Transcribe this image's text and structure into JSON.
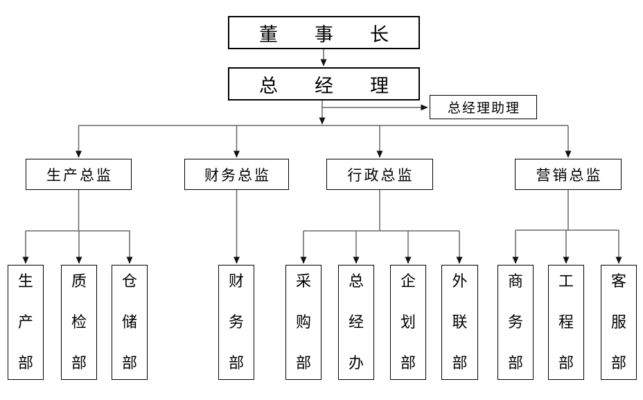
{
  "chairman": {
    "label": "董　事　长"
  },
  "gm": {
    "label": "总　经　理"
  },
  "assistant": {
    "label": "总经理助理"
  },
  "branches": [
    {
      "director": "生产总监",
      "departments": [
        "生产部",
        "质检部",
        "仓储部"
      ]
    },
    {
      "director": "财务总监",
      "departments": [
        "财务部"
      ]
    },
    {
      "director": "行政总监",
      "departments": [
        "采购部",
        "总经办",
        "企划部",
        "外联部"
      ]
    },
    {
      "director": "营销总监",
      "departments": [
        "商务部",
        "工程部",
        "客服部"
      ]
    }
  ],
  "colors": {
    "background": "#ffffff",
    "box_border": "#000000",
    "text": "#000000",
    "connector": "#666666",
    "arrowhead": "#111111"
  }
}
